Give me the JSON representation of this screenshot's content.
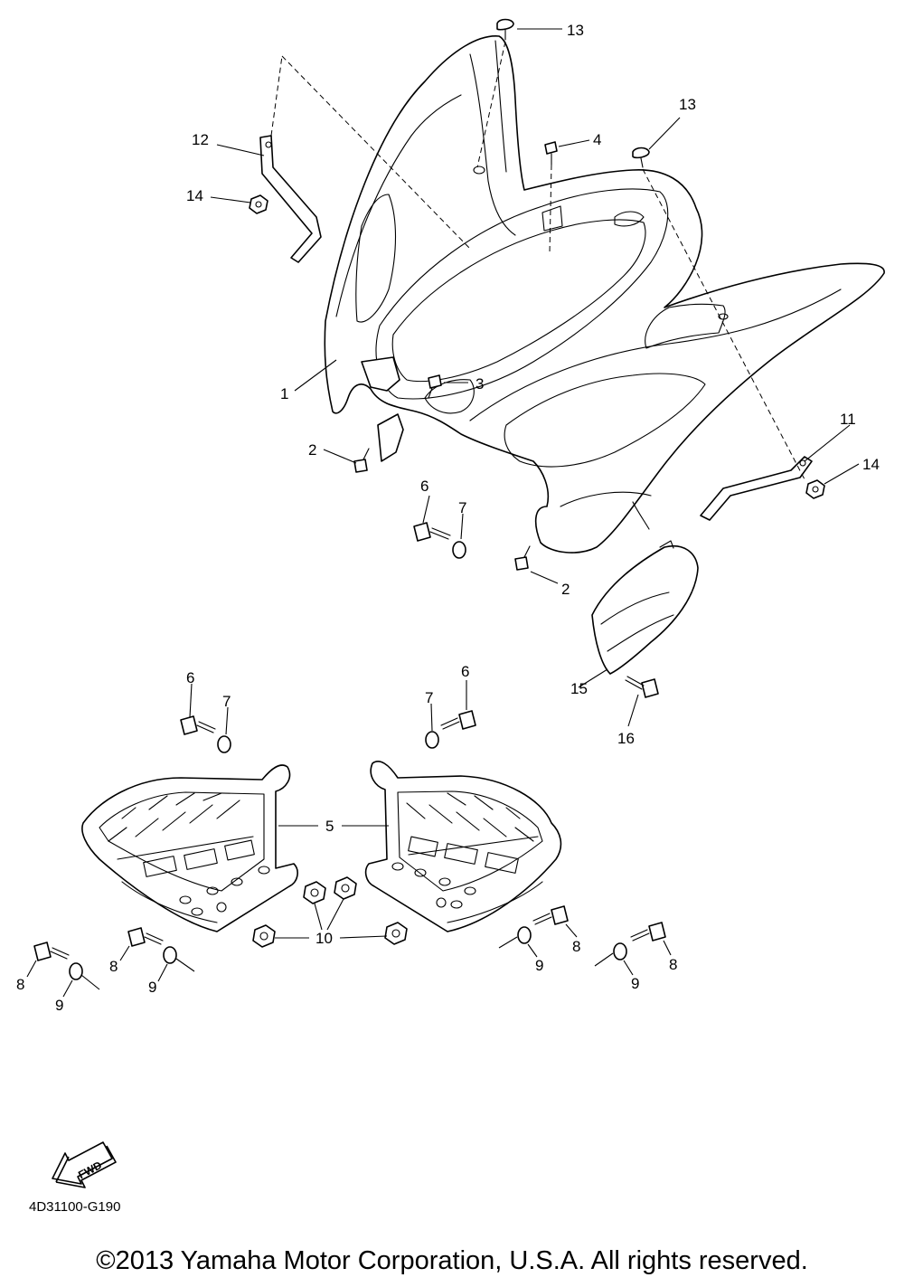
{
  "diagram": {
    "callouts": [
      "1",
      "2",
      "2",
      "3",
      "4",
      "5",
      "6",
      "6",
      "6",
      "7",
      "7",
      "7",
      "8",
      "8",
      "8",
      "8",
      "9",
      "9",
      "9",
      "9",
      "10",
      "11",
      "12",
      "13",
      "13",
      "14",
      "14",
      "15",
      "16"
    ],
    "fwd_label": "FWD",
    "drawing_code": "4D31100-G190",
    "copyright": "©2013 Yamaha Motor Corporation, U.S.A. All rights reserved."
  }
}
